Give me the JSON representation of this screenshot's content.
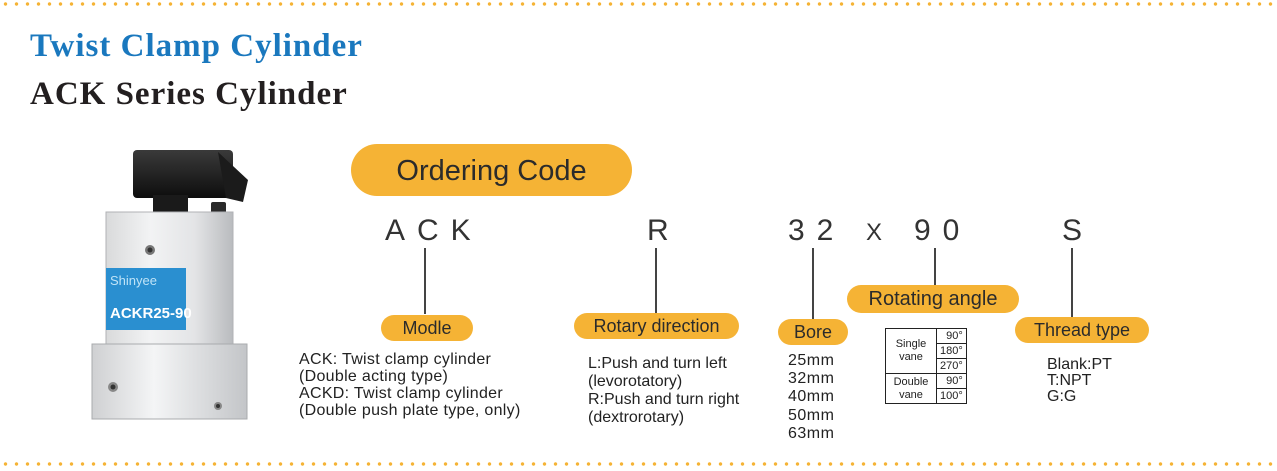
{
  "title_primary": "Twist Clamp Cylinder",
  "title_secondary": "ACK Series Cylinder",
  "product_photo": {
    "label_brand": "Shinyee",
    "label_model": "ACKR25-90"
  },
  "ordering_code": {
    "heading": "Ordering Code",
    "segments": [
      "ACK",
      "R",
      "32",
      "X",
      "90",
      "S"
    ]
  },
  "model": {
    "label": "Modle",
    "lines": [
      "ACK: Twist clamp cylinder",
      "(Double acting type)",
      "ACKD: Twist clamp cylinder",
      "(Double push plate type, only)"
    ]
  },
  "rotary_direction": {
    "label": "Rotary direction",
    "lines": [
      "L:Push and turn left",
      "(levorotatory)",
      "R:Push and turn right",
      "(dextrorotary)"
    ]
  },
  "bore": {
    "label": "Bore",
    "values": [
      "25mm",
      "32mm",
      "40mm",
      "50mm",
      "63mm"
    ]
  },
  "rotating_angle": {
    "label": "Rotating angle",
    "single_label": "Single vane",
    "single_values": [
      "90°",
      "180°",
      "270°"
    ],
    "double_label": "Double vane",
    "double_values": [
      "90°",
      "100°"
    ]
  },
  "thread_type": {
    "label": "Thread type",
    "lines": [
      "Blank:PT",
      "T:NPT",
      "G:G"
    ]
  },
  "colors": {
    "accent_orange": "#f5b335",
    "title_blue": "#1a78be",
    "title_dark": "#231f20"
  }
}
